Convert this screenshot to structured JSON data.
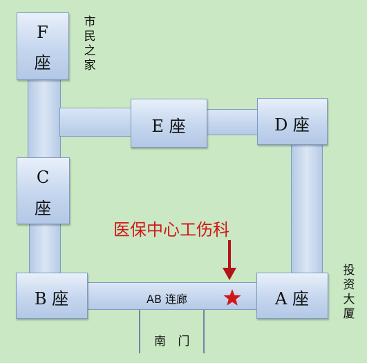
{
  "buildings": {
    "f": "F",
    "f_suffix": "座",
    "e": "E 座",
    "d": "D 座",
    "c": "C",
    "c_suffix": "座",
    "b": "B 座",
    "a": "A 座"
  },
  "landmarks": {
    "citizen_home": "市民之家",
    "investment_building": "投资大厦",
    "south_gate": "南 门"
  },
  "corridor": {
    "ab_label": "AB 连廊"
  },
  "destination": {
    "label": "医保中心工伤科",
    "marker_icon": "star-icon",
    "arrow_icon": "arrow-down-icon",
    "color": "#d11818"
  },
  "colors": {
    "background": "#c9e8c3",
    "building_border": "#7c9bc0"
  }
}
